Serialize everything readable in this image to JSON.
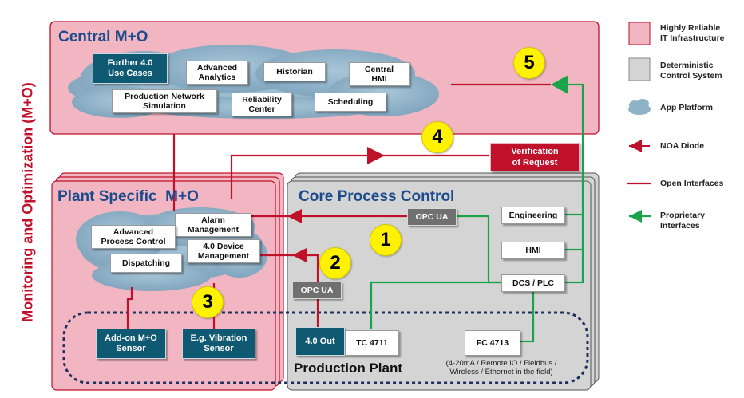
{
  "side_title": "Monitoring and Optimization (M+O)",
  "central": {
    "title": "Central M+O",
    "items": [
      "Further 4.0\nUse Cases",
      "Advanced\nAnalytics",
      "Historian",
      "Central\nHMI",
      "Production Network\nSimulation",
      "Reliability\nCenter",
      "Scheduling"
    ]
  },
  "plant": {
    "title": "Plant Specific  M+O",
    "items": [
      "Alarm\nManagement",
      "Advanced\nProcess Control",
      "4.0 Device\nManagement",
      "Dispatching",
      "Add-on M+O\nSensor",
      "E.g. Vibration\nSensor"
    ]
  },
  "core": {
    "title": "Core Process Control",
    "items": [
      "OPC UA",
      "Engineering",
      "HMI",
      "DCS / PLC"
    ]
  },
  "production": {
    "title": "Production Plant",
    "opc": "OPC UA",
    "out": "4.0 Out",
    "tc": "TC 4711",
    "fc": "FC 4713",
    "note": "(4-20mA / Remote IO / Fieldbus /\nWireless / Ethernet in the field)"
  },
  "verification": "Verification\nof Request",
  "badges": [
    "1",
    "2",
    "3",
    "4",
    "5"
  ],
  "legend": [
    {
      "label": "Highly Reliable\nIT Infrastructure",
      "icon": "pink-square"
    },
    {
      "label": "Deterministic\nControl System",
      "icon": "gray-square"
    },
    {
      "label": "App Platform",
      "icon": "cloud"
    },
    {
      "label": "NOA Diode",
      "icon": "red-arrow-diode"
    },
    {
      "label": "Open Interfaces",
      "icon": "red-line"
    },
    {
      "label": "Proprietary\nInterfaces",
      "icon": "green-arrow-line"
    }
  ],
  "colors": {
    "pink": "#f2b6c2",
    "pink_border": "#c0112b",
    "gray": "#d4d4d4",
    "teal": "#0f5a72",
    "cloud": "#8fb2c8",
    "red": "#c0112b",
    "green": "#19a34a",
    "dark_title": "#1c4b8c"
  }
}
